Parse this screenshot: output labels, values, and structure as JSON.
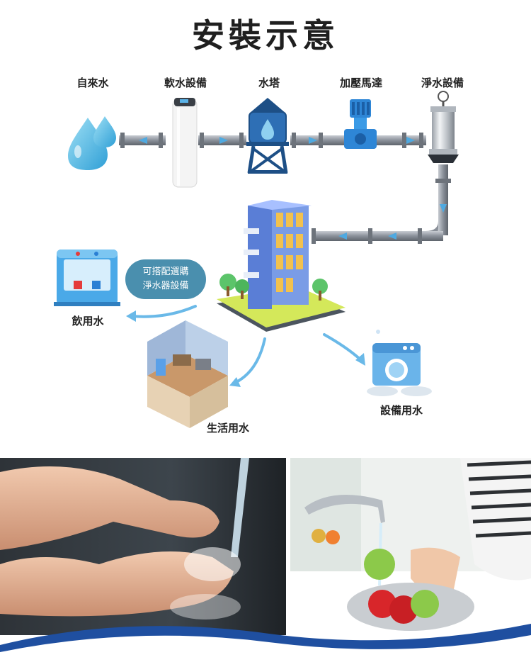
{
  "title": "安裝示意",
  "stages": [
    {
      "label": "自來水"
    },
    {
      "label": "軟水設備"
    },
    {
      "label": "水塔"
    },
    {
      "label": "加壓馬達"
    },
    {
      "label": "淨水設備"
    }
  ],
  "uses": {
    "drinking": "飲用水",
    "living": "生活用水",
    "equipment": "設備用水"
  },
  "badge": {
    "line1": "可搭配選購",
    "line2": "淨水器設備"
  },
  "colors": {
    "pipe": "#8a9099",
    "flow_arrow": "#4fa9e0",
    "badge": "#4a8fae",
    "wave": "#1f4fa0"
  },
  "photos": [
    {
      "subject": "hands-washing-photo"
    },
    {
      "subject": "fruit-washing-photo"
    }
  ]
}
